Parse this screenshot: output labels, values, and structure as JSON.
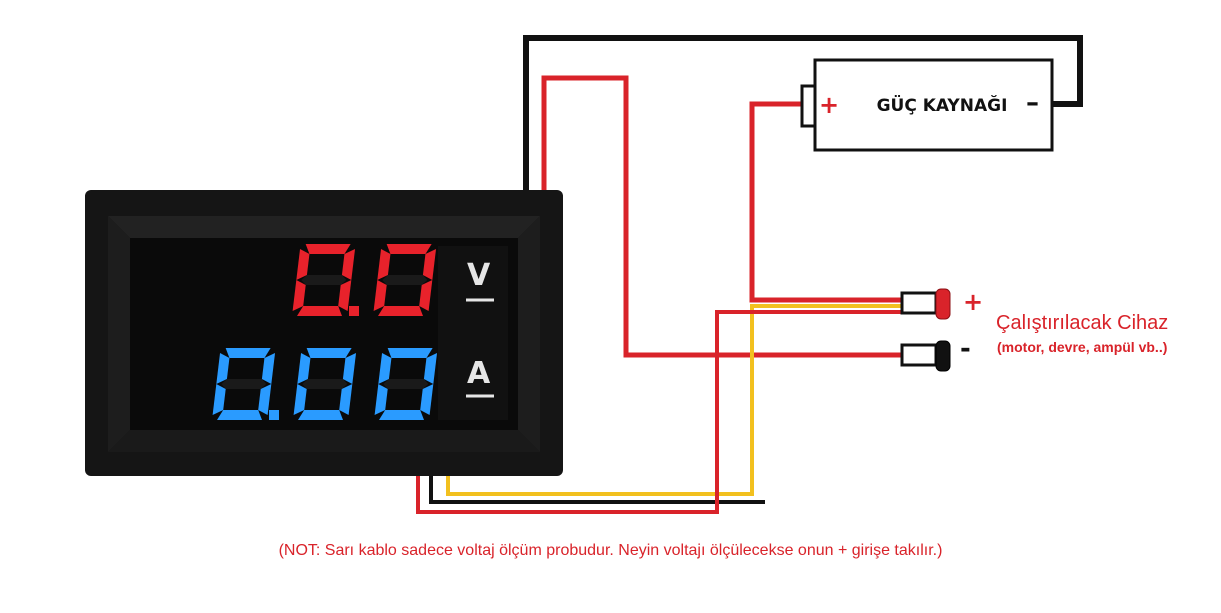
{
  "power_supply": {
    "label": "GÜÇ KAYNAĞI",
    "plus": "+",
    "minus": "–"
  },
  "meter": {
    "voltage_reading": "0.0",
    "current_reading": "0.00",
    "voltage_unit": "V",
    "current_unit": "A",
    "colors": {
      "voltage": "#e8222b",
      "current": "#2a9bff"
    }
  },
  "device": {
    "title": "Çalıştırılacak Cihaz",
    "subtitle": "(motor, devre, ampül vb..)",
    "plus": "+",
    "minus": "-"
  },
  "note": "(NOT: Sarı kablo sadece voltaj ölçüm probudur. Neyin voltajı ölçülecekse onun + girişe takılır.)",
  "wire_colors": {
    "red": "#d9232a",
    "black": "#111111",
    "yellow": "#f2c01e"
  }
}
